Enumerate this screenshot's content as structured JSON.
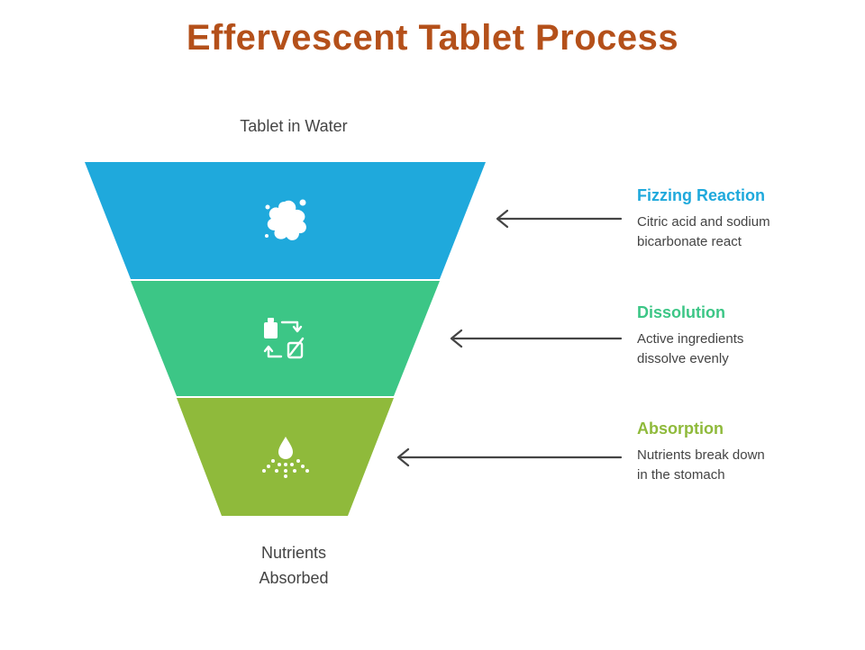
{
  "title": "Effervescent Tablet Process",
  "funnel": {
    "top_label": "Tablet in Water",
    "bottom_label_lines": [
      "Nutrients",
      "Absorbed"
    ]
  },
  "stages": [
    {
      "title": "Fizzing Reaction",
      "description_lines": [
        "Citric acid and sodium",
        "bicarbonate react"
      ],
      "color": "#1fa9dc",
      "icon": "splash-icon"
    },
    {
      "title": "Dissolution",
      "description_lines": [
        "Active ingredients",
        "dissolve evenly"
      ],
      "color": "#3cc686",
      "icon": "exchange-icon"
    },
    {
      "title": "Absorption",
      "description_lines": [
        "Nutrients break down",
        "in the stomach"
      ],
      "color": "#8fba3b",
      "icon": "drop-sprinkle-icon"
    }
  ],
  "colors": {
    "title": "#b4501a",
    "arrow": "#444444",
    "text": "#444444"
  }
}
